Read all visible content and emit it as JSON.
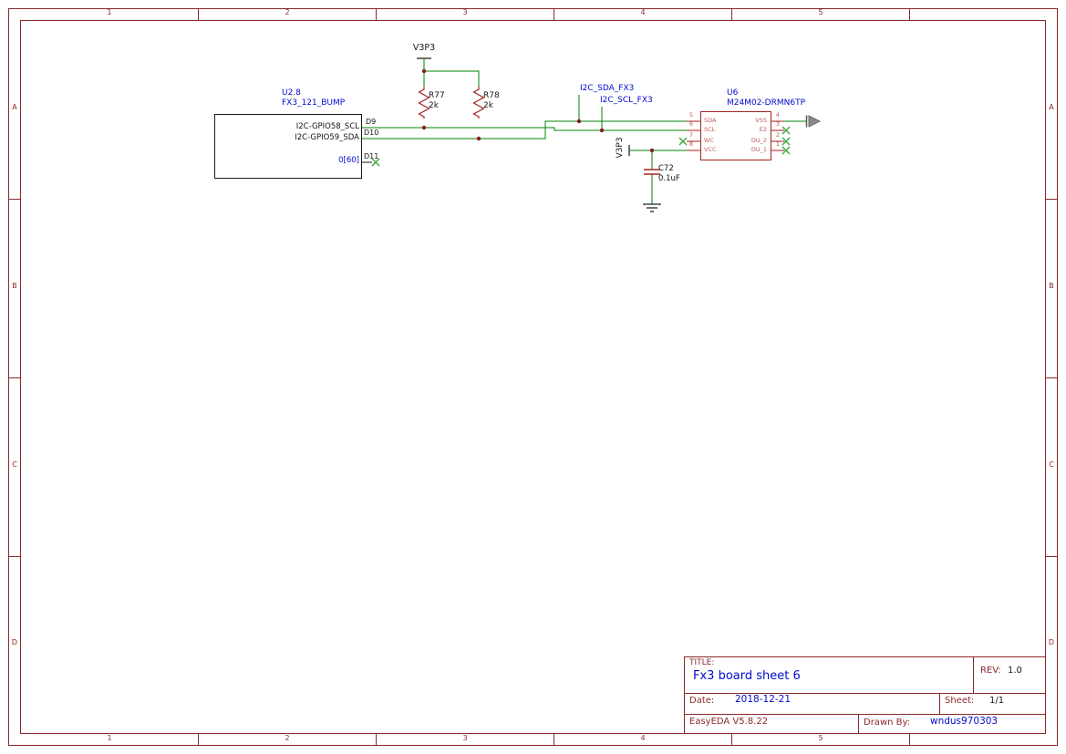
{
  "app": {
    "kind": "schematic-sheet"
  },
  "colors": {
    "frame": "#8b2828",
    "wire": "#008000",
    "symbol": "#a52222",
    "net_label": "#0009cf",
    "junction": "#802020",
    "no_connect": "#3aa63a"
  },
  "frame": {
    "columns": [
      "1",
      "2",
      "3",
      "4",
      "5"
    ],
    "rows": [
      "A",
      "B",
      "C",
      "D"
    ]
  },
  "schematic": {
    "power": {
      "v3p3_top": "V3P3",
      "v3p3_vcc": "V3P3"
    },
    "nets": {
      "sda": "I2C_SDA_FX3",
      "scl": "I2C_SCL_FX3"
    },
    "u2_8": {
      "ref": "U2.8",
      "value": "FX3_121_BUMP",
      "pin_labels": [
        "I2C-GPIO58_SCL",
        "I2C-GPIO59_SDA",
        "0[60]"
      ],
      "pin_numbers": [
        "D9",
        "D10",
        "D11"
      ]
    },
    "r77": {
      "ref": "R77",
      "value": "2k"
    },
    "r78": {
      "ref": "R78",
      "value": "2k"
    },
    "c72": {
      "ref": "C72",
      "value": "0.1uF"
    },
    "u6": {
      "ref": "U6",
      "value": "M24M02-DRMN6TP",
      "left_pins": [
        {
          "num": "5",
          "name": "SDA"
        },
        {
          "num": "6",
          "name": "SCL"
        },
        {
          "num": "7",
          "name": "WC"
        },
        {
          "num": "8",
          "name": "VCC"
        }
      ],
      "right_pins": [
        {
          "num": "4",
          "name": "VSS"
        },
        {
          "num": "3",
          "name": "E2"
        },
        {
          "num": "2",
          "name": "DU_2"
        },
        {
          "num": "1",
          "name": "DU_1"
        }
      ]
    }
  },
  "title_block": {
    "title_label": "TITLE:",
    "title": "Fx3 board sheet 6",
    "rev_label": "REV:",
    "rev": "1.0",
    "date_label": "Date:",
    "date": "2018-12-21",
    "sheet_label": "Sheet:",
    "sheet": "1/1",
    "tool": "EasyEDA V5.8.22",
    "drawn_by_label": "Drawn By:",
    "drawn_by": "wndus970303"
  }
}
